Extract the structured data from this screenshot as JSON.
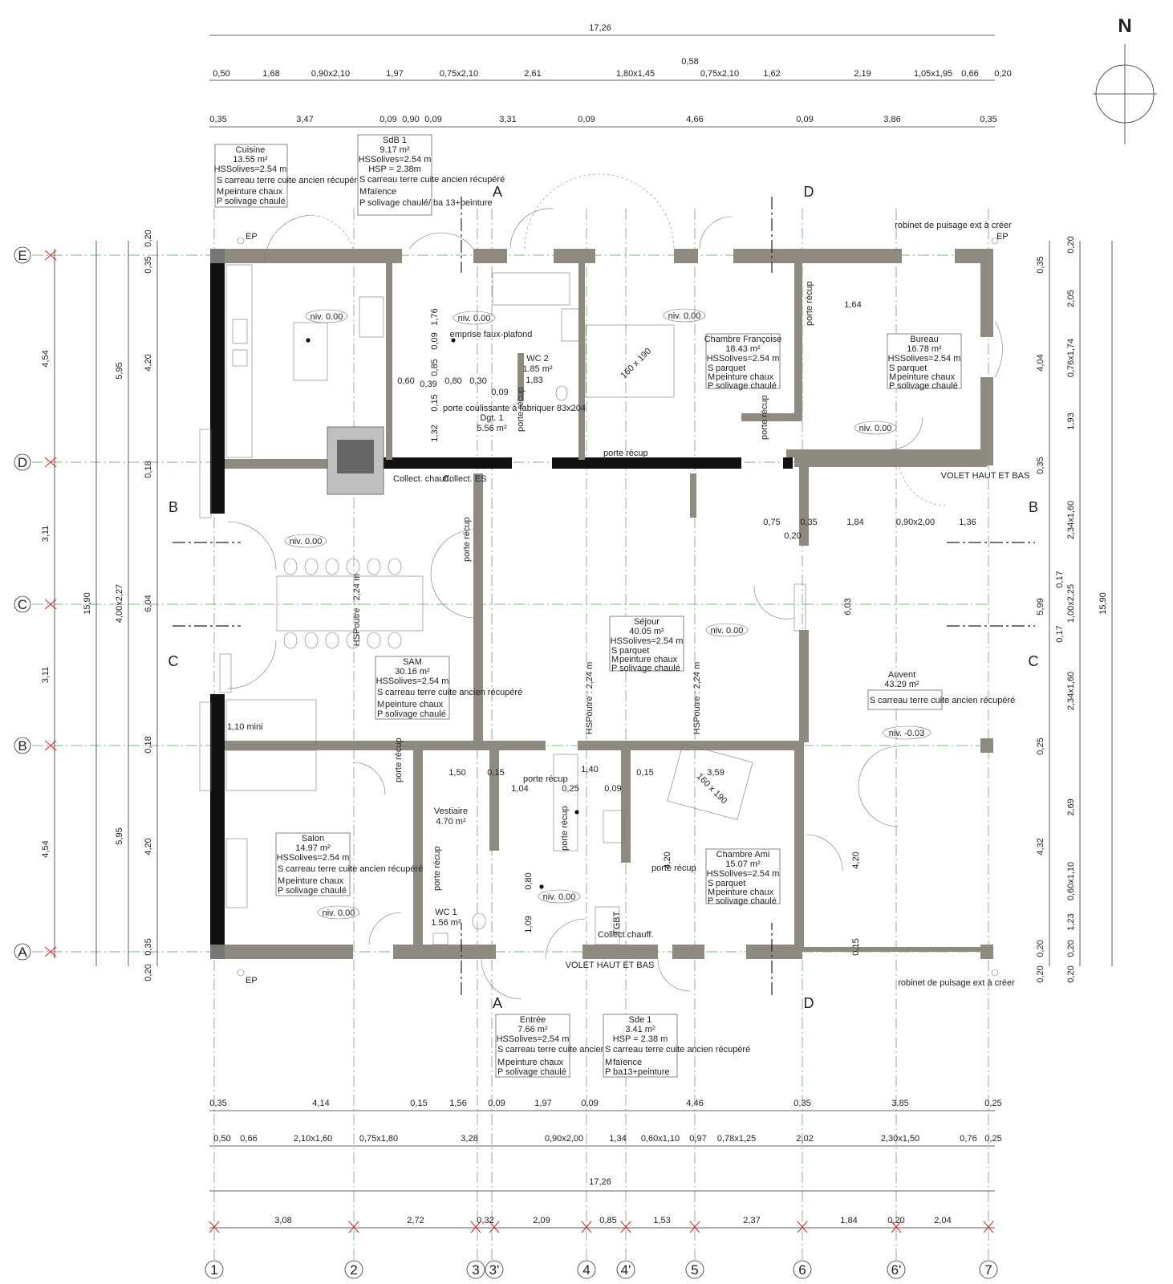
{
  "north": "N",
  "top_dims": {
    "overall": "17,26",
    "row1": [
      "0,50",
      "1,68",
      "0,90x2,10",
      "1,97",
      "0,75x2,10",
      "2,61",
      "1,80x1,45",
      "0,58",
      "0,75x2,10",
      "1,62",
      "2,19",
      "1,05x1,95",
      "0,66",
      "0,20"
    ],
    "row2": [
      "0,35",
      "3,47",
      "0,09",
      "0,90",
      "0,09",
      "3,31",
      "0,09",
      "4,66",
      "0,09",
      "3,86",
      "0,35"
    ]
  },
  "bottom_dims": {
    "row1": [
      "0,35",
      "4,14",
      "0,15",
      "1,56",
      "0,09",
      "1,97",
      "0,09",
      "4,46",
      "0,35",
      "3,85",
      "0,25"
    ],
    "row2": [
      "0,50",
      "0,66",
      "2,10x1,60",
      "0,75x1,80",
      "3,28",
      "0,90x2,00",
      "1,34",
      "0,60x1,10",
      "0,97",
      "0,78x1,25",
      "2,02",
      "2,30x1,50",
      "0,76",
      "0,25"
    ],
    "overall": "17,26",
    "row3": [
      "3,08",
      "2,72",
      "0,32",
      "2,09",
      "0,85",
      "1,53",
      "2,37",
      "1,84",
      "0,20",
      "2,04"
    ]
  },
  "left_dims": {
    "outer": [
      "4,54",
      "3,11",
      "3,11",
      "4,54"
    ],
    "total": "15,90",
    "mid": [
      "5,95",
      "4,00x2,27",
      "5,95"
    ],
    "inner": [
      "0,20",
      "0,35",
      "4,20",
      "0,18",
      "6,04",
      "0,18",
      "4,20",
      "0,35",
      "0,20"
    ]
  },
  "right_dims": {
    "inner": [
      "0,35",
      "4,04",
      "0,35",
      "5,99",
      "0,25",
      "4,32",
      "0,20",
      "0,20"
    ],
    "outer": [
      "0,20",
      "2,05",
      "0,76x1,74",
      "1,93",
      "2,34x1,60",
      "0,17",
      "1,00x2,25",
      "0,17",
      "2,34x1,60",
      "2,69",
      "0,60x1,10",
      "1,23",
      "0,20",
      "0,20"
    ],
    "total": "15,90"
  },
  "axes_rows": [
    "E",
    "D",
    "C",
    "B",
    "A"
  ],
  "axes_cols": [
    "1",
    "2",
    "3",
    "3'",
    "4",
    "4'",
    "5",
    "6",
    "6'",
    "7"
  ],
  "section_marks": {
    "A": "A",
    "B": "B",
    "C": "C",
    "D": "D"
  },
  "rooms": {
    "cuisine": {
      "name": "Cuisine",
      "area": "13.55 m²",
      "hs": "HSSolives=2.54 m",
      "S": "carreau terre cuite ancien récupéré",
      "M": "peinture chaux",
      "P": "solivage chaulé"
    },
    "sdb1": {
      "name": "SdB 1",
      "area": "9.17 m²",
      "hs": "HSSolives=2.54 m",
      "hsp": "HSP = 2.38m",
      "S": "carreau terre cuite ancien récupéré",
      "M": "faïence",
      "P": "solivage chaulé/ ba 13+peinture"
    },
    "wc2": {
      "name": "WC 2",
      "area": "1.85 m²",
      "extra": "1,83"
    },
    "dgt1": {
      "name": "Dgt. 1",
      "area": "5.56 m²"
    },
    "chambre_f": {
      "name": "Chambre Françoise",
      "area": "18.43 m²",
      "hs": "HSSolives=2.54 m",
      "S": "parquet",
      "M": "peinture chaux",
      "P": "solivage chaulé"
    },
    "bureau": {
      "name": "Bureau",
      "area": "16.78 m²",
      "hs": "HSSolives=2.54 m",
      "S": "parquet",
      "M": "peinture chaux",
      "P": "solivage chaulé"
    },
    "sam": {
      "name": "SAM",
      "area": "30.16 m²",
      "hs": "HSSolives=2.54 m",
      "S": "carreau terre cuite ancien récupéré",
      "M": "peinture chaux",
      "P": "solivage chaulé"
    },
    "sejour": {
      "name": "Séjour",
      "area": "40.05 m²",
      "hs": "HSSolives=2.54 m",
      "S": "parquet",
      "M": "peinture chaux",
      "P": "solivage chaulé"
    },
    "auvent": {
      "name": "Auvent",
      "area": "43.29 m²",
      "S": "carreau terre cuite ancien récupéré"
    },
    "salon": {
      "name": "Salon",
      "area": "14.97 m²",
      "hs": "HSSolives=2.54 m",
      "S": "carreau terre cuite ancien récupéré",
      "M": "peinture chaux",
      "P": "solivage chaulé"
    },
    "vestiaire": {
      "name": "Vestiaire",
      "area": "4.70 m²"
    },
    "wc1": {
      "name": "WC 1",
      "area": "1.56 m²"
    },
    "chambre_ami": {
      "name": "Chambre Ami",
      "area": "15.07 m²",
      "hs": "HSSolives=2.54 m",
      "S": "parquet",
      "M": "peinture chaux",
      "P": "solivage chaulé"
    },
    "entree": {
      "name": "Entrée",
      "area": "7.66 m²",
      "hs": "HSSolives=2.54 m",
      "S": "carreau terre cuite ancien récupéré",
      "M": "peinture chaux",
      "P": "solivage chaulé"
    },
    "sde1": {
      "name": "Sde 1",
      "area": "3.41 m²",
      "hsp": "HSP = 2.38 m",
      "S": "carreau terre cuite ancien récupéré",
      "M": "faïence",
      "P": "ba13+peinture"
    }
  },
  "levels": {
    "niv0": "niv. 0.00",
    "niv_auvent": "niv. -0.03"
  },
  "notes": {
    "robinet": "robinet de puisage ext à créer",
    "ep": "EP",
    "collect_chauff": "Collect. chauff.",
    "collect_es": "Collect. ES",
    "collect_chauff2": "Collect chauff.",
    "tgbt": "TGBT",
    "hspoutre": "HSPoutre : 2,24 m",
    "emprise": "emprise faux-plafond",
    "bed1": "160 x 190",
    "mini": "1,10 mini",
    "volet": "VOLET HAUT ET BAS",
    "porte_coul": "porte coulissante à fabriquer 83x204",
    "porte_recup": "porte récup"
  },
  "inner_dims": {
    "sdb": [
      "1,76",
      "0,09",
      "0,85",
      "0,60",
      "0,39",
      "0,80",
      "0,30",
      "0,09",
      "0,15",
      "1,32"
    ],
    "center": [
      "0,75",
      "0,35",
      "1,84",
      "0,90x2,00",
      "1,36",
      "0,20",
      "6,03"
    ],
    "south": [
      "1,50",
      "0,15",
      "1,04",
      "0,25",
      "1,40",
      "0,09",
      "0,15",
      "3,59",
      "4,20",
      "0,80",
      "1,09",
      "4,20",
      "0,15",
      "1,64"
    ]
  }
}
